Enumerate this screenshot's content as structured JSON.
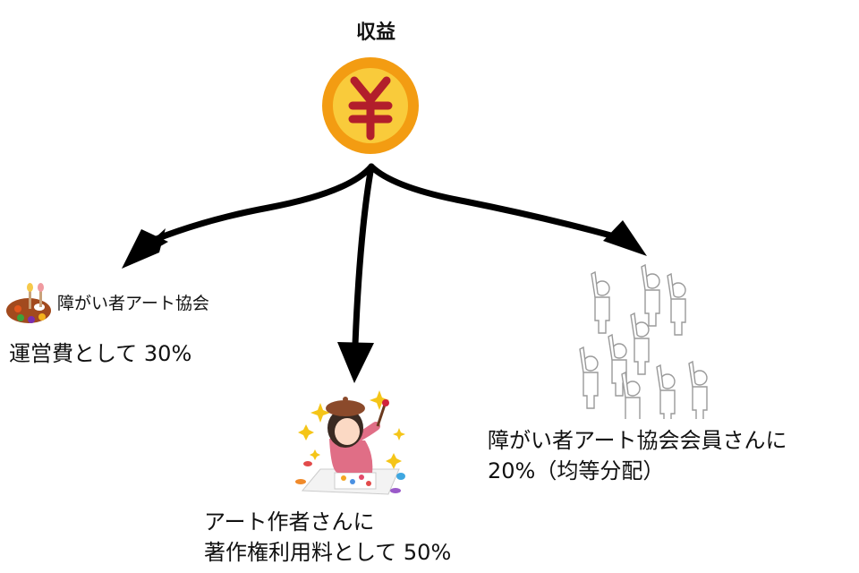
{
  "diagram": {
    "title": "収益",
    "source_icon": "yen-coin-icon",
    "colors": {
      "coin_outer": "#F39C12",
      "coin_inner": "#F9CB3B",
      "yen_symbol": "#B21E2B",
      "arrow": "#000000",
      "text": "#111111",
      "person_outline": "#9a9a9a"
    },
    "branches": [
      {
        "id": "association",
        "icon": "paint-palette-icon",
        "org_name": "障がい者アート協会",
        "lines": [
          "運営費として 30%"
        ],
        "percent": 30
      },
      {
        "id": "artist",
        "icon": "artist-painting-icon",
        "lines": [
          "アート作者さんに",
          "著作権利用料として 50%"
        ],
        "percent": 50
      },
      {
        "id": "members",
        "icon": "raised-hands-crowd-icon",
        "lines": [
          "障がい者アート協会会員さんに",
          "20%（均等分配）"
        ],
        "percent": 20
      }
    ]
  }
}
